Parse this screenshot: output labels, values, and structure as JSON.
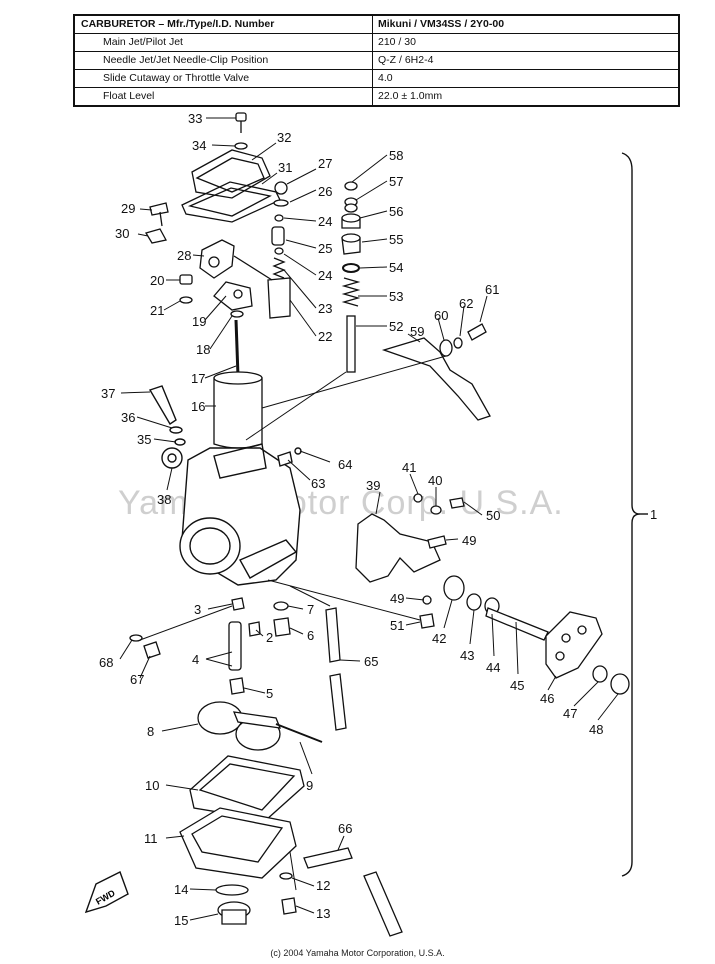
{
  "spec_table": {
    "rows": [
      {
        "label": "CARBURETOR – Mfr./Type/I.D. Number",
        "value": "Mikuni / VM34SS / 2Y0-00"
      },
      {
        "label": "Main Jet/Pilot Jet",
        "value": "210 / 30"
      },
      {
        "label": "Needle Jet/Jet Needle-Clip Position",
        "value": "Q-Z / 6H2-4"
      },
      {
        "label": "Slide Cutaway or Throttle Valve",
        "value": "4.0"
      },
      {
        "label": "Float Level",
        "value": "22.0 ± 1.0mm"
      }
    ]
  },
  "diagram": {
    "watermark": "Yamaha Motor Corp. U.S.A.",
    "fwd_label": "FWD",
    "assembly_label": "1",
    "callouts": [
      "33",
      "34",
      "32",
      "31",
      "27",
      "26",
      "24",
      "25",
      "24",
      "23",
      "22",
      "29",
      "30",
      "28",
      "20",
      "21",
      "19",
      "18",
      "17",
      "16",
      "37",
      "36",
      "35",
      "38",
      "58",
      "57",
      "56",
      "55",
      "54",
      "53",
      "52",
      "59",
      "60",
      "62",
      "61",
      "64",
      "63",
      "41",
      "40",
      "50",
      "39",
      "49",
      "49",
      "51",
      "42",
      "43",
      "44",
      "45",
      "46",
      "47",
      "48",
      "3",
      "2",
      "7",
      "6",
      "4",
      "5",
      "68",
      "67",
      "65",
      "8",
      "9",
      "10",
      "11",
      "66",
      "12",
      "13",
      "14",
      "15"
    ]
  },
  "footer": {
    "copyright": "(c) 2004 Yamaha Motor Corporation, U.S.A."
  }
}
